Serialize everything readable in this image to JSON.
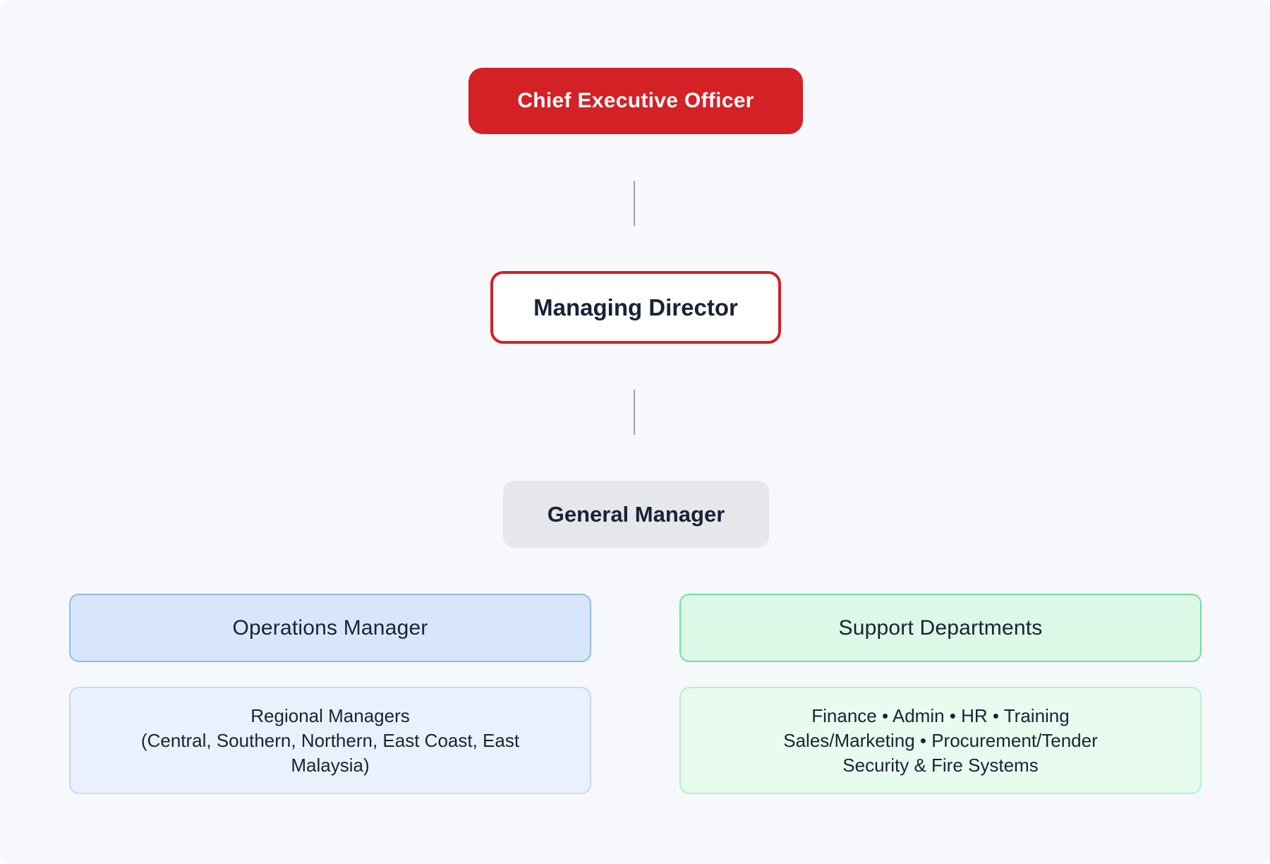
{
  "page": {
    "background_color": "#F7F8FB",
    "outer_background": "#FFFFFF"
  },
  "colors": {
    "accent_red": "#D32126",
    "node_text_dark": "#192235",
    "node_text_light": "#FFFFFF",
    "connector_gray": "#99A1AD",
    "general_manager_fill": "#E6E7EB",
    "operations_header_fill": "#D8E6FC",
    "operations_header_border": "#8FBCEF",
    "operations_detail_fill": "#E9F1FD",
    "operations_detail_border": "#C3DBF8",
    "support_header_fill": "#DCF8E6",
    "support_header_border": "#6FE3A0",
    "support_detail_fill": "#E8FBEF",
    "support_detail_border": "#B5F0CA"
  },
  "org_chart": {
    "ceo": {
      "label": "Chief Executive Officer"
    },
    "managing_director": {
      "label": "Managing Director"
    },
    "general_manager": {
      "label": "General Manager"
    },
    "operations": {
      "header": "Operations Manager",
      "detail_line1": "Regional Managers",
      "detail_line2": "(Central, Southern, Northern, East Coast, East Malaysia)"
    },
    "support": {
      "header": "Support Departments",
      "detail_line1": "Finance • Admin • HR • Training",
      "detail_line2": "Sales/Marketing • Procurement/Tender",
      "detail_line3": "Security & Fire Systems"
    }
  }
}
